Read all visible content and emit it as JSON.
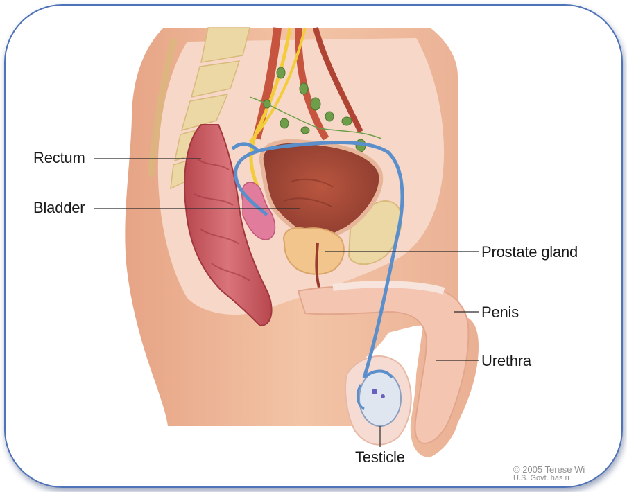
{
  "labels": {
    "rectum": "Rectum",
    "bladder": "Bladder",
    "prostate": "Prostate gland",
    "penis": "Penis",
    "urethra": "Urethra",
    "testicle": "Testicle"
  },
  "credit": {
    "line1": "© 2005 Terese Wi",
    "line2": "U.S. Govt. has ri"
  },
  "colors": {
    "frame_border": "#4f73b8",
    "skin": "#f0b89a",
    "rectum": "#c85a5e",
    "bladder": "#a2463a",
    "prostate": "#f2c58c",
    "bone": "#ebd8a4",
    "vas_deferens": "#5b8fcb",
    "nerve": "#f2cc3a",
    "lymph_node": "#6e9e4a",
    "artery": "#c6543f"
  }
}
